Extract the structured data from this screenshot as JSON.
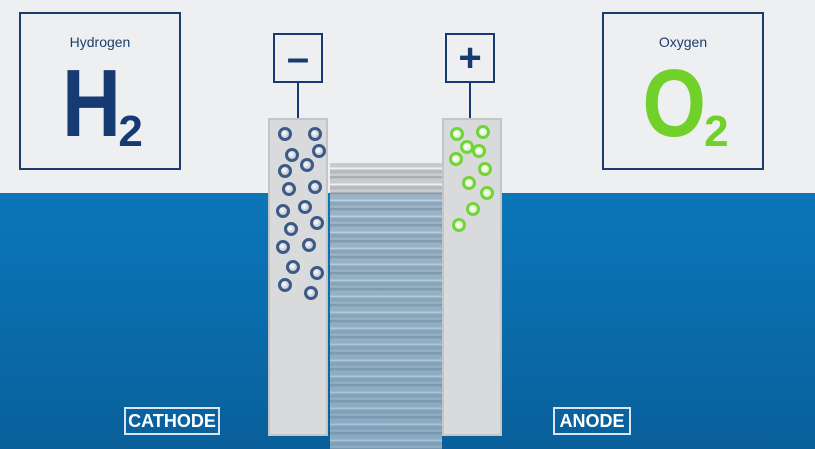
{
  "hydrogen": {
    "name": "Hydrogen",
    "symbol": "H",
    "subscript": "2",
    "color": "#163a72"
  },
  "oxygen": {
    "name": "Oxygen",
    "symbol": "O",
    "subscript": "2",
    "color": "#6fd12a"
  },
  "negative_terminal": {
    "sign": "–"
  },
  "positive_terminal": {
    "sign": "+"
  },
  "cathode": {
    "label": "CATHODE"
  },
  "anode": {
    "label": "ANODE"
  },
  "colors": {
    "background_top": "#eeeff1",
    "electrolyte": "#0b76b8",
    "hydrogen_bubble": "#3c5a85",
    "oxygen_bubble": "#72d33a"
  }
}
